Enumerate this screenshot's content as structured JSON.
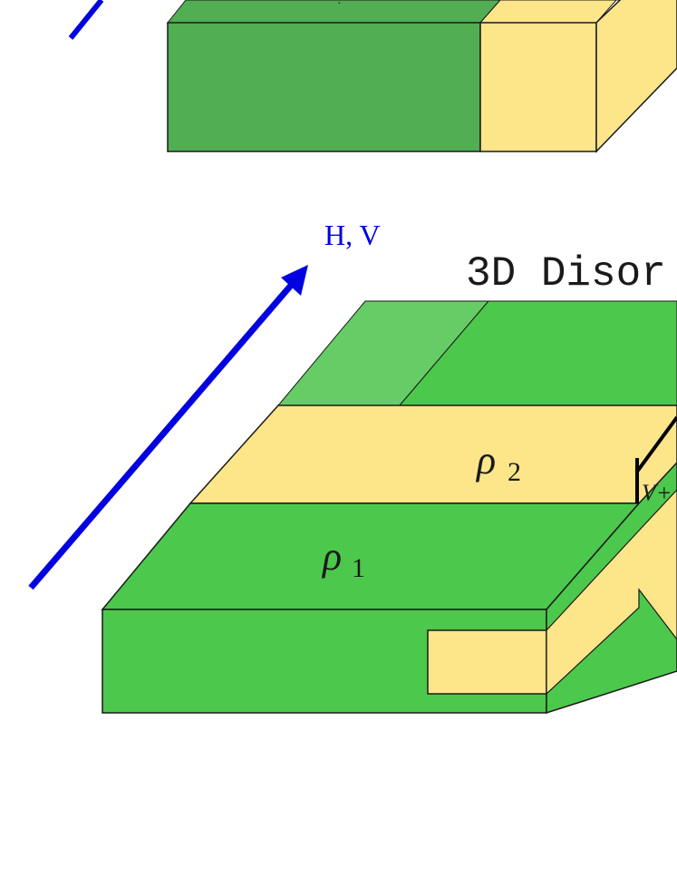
{
  "diagram": {
    "title": "3D Disor",
    "axis_label": "H, V",
    "region_labels": {
      "rho1": {
        "base": "ρ",
        "sub": "1"
      },
      "rho2": {
        "base": "ρ",
        "sub": "2"
      }
    },
    "contact_label": "V+",
    "colors": {
      "green_dark": "#52ae52",
      "green": "#4cc84c",
      "green_light": "#66cc66",
      "yellow": "#fde58a",
      "arrow_blue": "#0000e0",
      "outline": "#1a1a1a"
    }
  }
}
